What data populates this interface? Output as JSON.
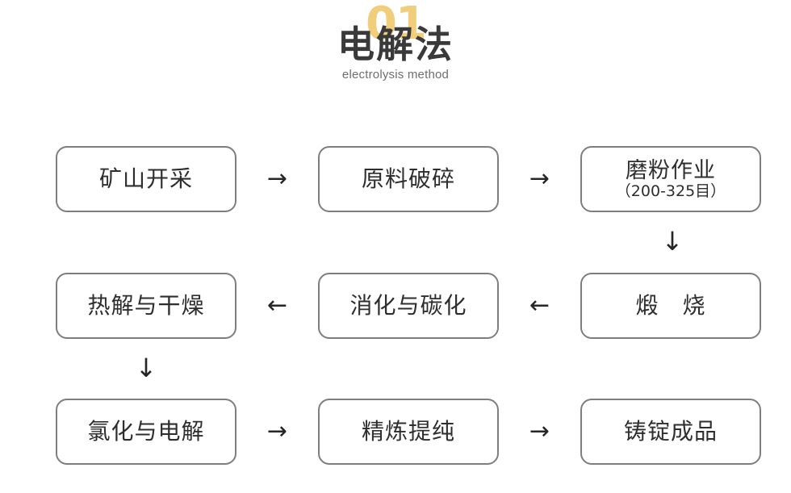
{
  "header": {
    "badge_number": "01",
    "title_cn": "电解法",
    "title_en": "electrolysis method",
    "accent_color": "#F0CE7C",
    "title_color": "#3A3A3A",
    "subtitle_color": "#6E6E6E"
  },
  "flow": {
    "node_border_color": "#7E7E7E",
    "node_text_color": "#2E2E2E",
    "arrow_right": "→",
    "arrow_left": "←",
    "arrow_down": "↓",
    "rows": [
      {
        "direction": "right",
        "nodes": [
          {
            "label": "矿山开采",
            "sub": ""
          },
          {
            "label": "原料破碎",
            "sub": ""
          },
          {
            "label": "磨粉作业",
            "sub": "（200-325目）"
          }
        ],
        "connectors": [
          "→",
          "→"
        ]
      },
      {
        "direction": "left",
        "nodes": [
          {
            "label": "热解与干燥",
            "sub": ""
          },
          {
            "label": "消化与碳化",
            "sub": ""
          },
          {
            "label": "煅　烧",
            "sub": ""
          }
        ],
        "connectors": [
          "←",
          "←"
        ]
      },
      {
        "direction": "right",
        "nodes": [
          {
            "label": "氯化与电解",
            "sub": ""
          },
          {
            "label": "精炼提纯",
            "sub": ""
          },
          {
            "label": "铸锭成品",
            "sub": ""
          }
        ],
        "connectors": [
          "→",
          "→"
        ]
      }
    ],
    "vertical_connectors": [
      {
        "name": "arrow-down-right",
        "glyph": "↓"
      },
      {
        "name": "arrow-down-left",
        "glyph": "↓"
      }
    ]
  }
}
